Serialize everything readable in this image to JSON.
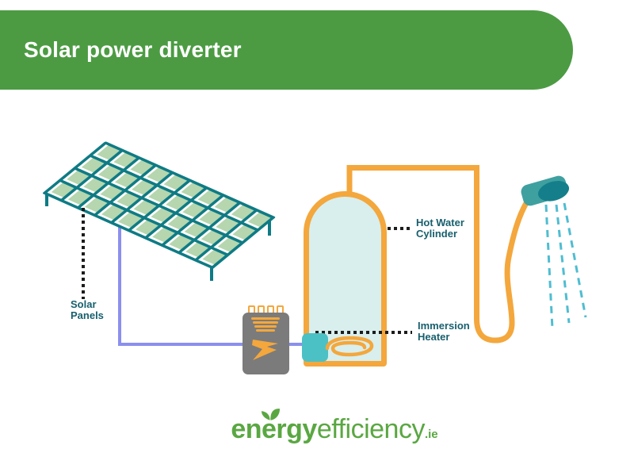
{
  "header": {
    "title": "Solar power diverter"
  },
  "labels": {
    "solar_panels": {
      "line1": "Solar",
      "line2": "Panels"
    },
    "hot_water_cylinder": {
      "line1": "Hot Water",
      "line2": "Cylinder"
    },
    "immersion_heater": {
      "line1": "Immersion",
      "line2": "Heater"
    }
  },
  "logo": {
    "bold": "energy",
    "light": "efficiency",
    "tld": ".ie"
  },
  "colors": {
    "header_green": "#4c9b43",
    "logo_green": "#5aa742",
    "panel_frame": "#0e7b85",
    "panel_cell": "#b5d6ae",
    "wire_purple": "#8b8fee",
    "pipe_orange": "#f4a73c",
    "cylinder_fill": "#d8efee",
    "diverter_gray": "#7b7b7b",
    "immersion_teal": "#4cc1c5",
    "shower_head_teal": "#3fa0a0",
    "shower_face_teal": "#147f8b",
    "spray_blue": "#4fbdd1",
    "label_teal": "#175f6d",
    "dot_black": "#1c1c1c",
    "title_white": "#ffffff"
  }
}
